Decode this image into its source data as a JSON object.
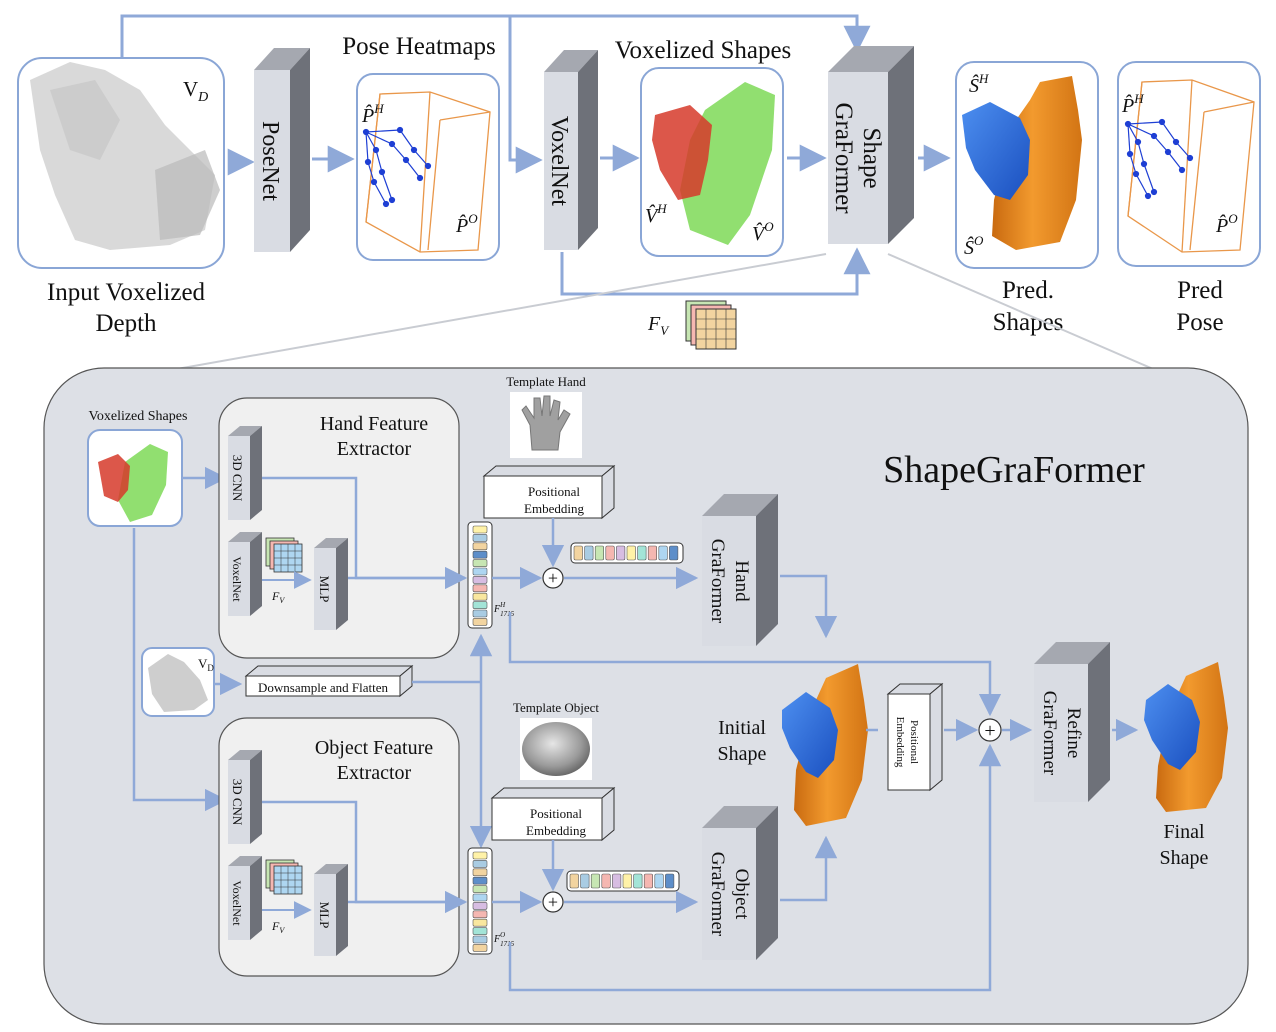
{
  "top": {
    "input_label_line1": "Input Voxelized",
    "input_label_line2": "Depth",
    "vd_symbol": "V",
    "vd_sub": "D",
    "posenet": "PoseNet",
    "pose_heatmaps": "Pose Heatmaps",
    "ph": "P̂",
    "ph_sup": "H",
    "po": "P̂",
    "po_sup": "O",
    "voxelnet": "VoxelNet",
    "voxelized_shapes": "Voxelized Shapes",
    "vh": "V̂",
    "vh_sup": "H",
    "vo": "V̂",
    "vo_sup": "O",
    "shape_graformer_line1": "Shape",
    "shape_graformer_line2": "GraFormer",
    "feature_symbol": "F",
    "feature_sub": "V",
    "sh": "Ŝ",
    "sh_sup": "H",
    "so": "Ŝ",
    "so_sup": "O",
    "pred_shapes_line1": "Pred.",
    "pred_shapes_line2": "Shapes",
    "pred_pose_line1": "Pred",
    "pred_pose_line2": "Pose"
  },
  "bottom": {
    "title": "ShapeGraFormer",
    "voxelized_shapes": "Voxelized Shapes",
    "hand_extractor_line1": "Hand Feature",
    "hand_extractor_line2": "Extractor",
    "object_extractor_line1": "Object Feature",
    "object_extractor_line2": "Extractor",
    "cnn3d": "3D CNN",
    "voxelnet": "VoxelNet",
    "mlp": "MLP",
    "fv_symbol": "F",
    "fv_sub": "V",
    "template_hand": "Template Hand",
    "template_object": "Template Object",
    "positional_line1": "Positional",
    "positional_line2": "Embedding",
    "hand_graformer_line1": "Hand",
    "hand_graformer_line2": "GraFormer",
    "object_graformer_line1": "Object",
    "object_graformer_line2": "GraFormer",
    "f1715h_symbol": "F",
    "f1715h_sup": "H",
    "f1715o_sup": "O",
    "f1715_sub": "1715",
    "vd_symbol": "V",
    "vd_sub": "D",
    "downsample": "Downsample and Flatten",
    "initial_shape_line1": "Initial",
    "initial_shape_line2": "Shape",
    "refine_line1": "Refine",
    "refine_line2": "GraFormer",
    "final_shape_line1": "Final",
    "final_shape_line2": "Shape",
    "plus": "⊕"
  },
  "colors": {
    "arrow": "#8fa9d8",
    "panel_fill": "#dde0e6",
    "block_front": "#d9dce3",
    "block_side": "#6e7179",
    "block_top": "#a5a8b0",
    "frame_stroke": "#8aa6d6",
    "hand_blue": "#2a6fe0",
    "object_orange": "#f08a1e",
    "voxel_red": "#d63a2a",
    "voxel_green": "#7ed957",
    "pose_blue": "#1e3fd4",
    "pose_orange": "#e9974a"
  },
  "token_colors": [
    "#f2d4a0",
    "#a9cce3",
    "#c7e6b3",
    "#f5b7b1",
    "#d7bde2",
    "#fff2a8",
    "#aed6f1",
    "#f9e79f",
    "#a3e4d7",
    "#5d8ec9"
  ]
}
